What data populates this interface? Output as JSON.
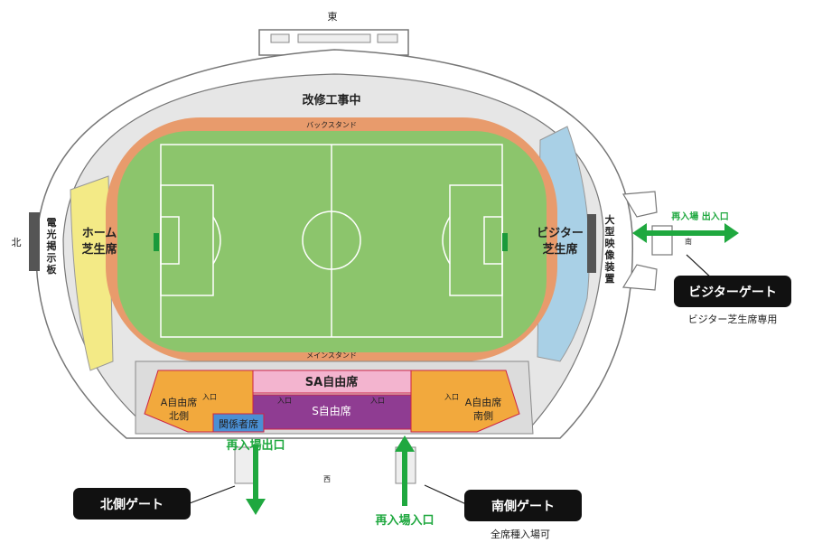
{
  "compass": {
    "east": "東",
    "west": "西",
    "north": "北",
    "south": "南"
  },
  "stands": {
    "back_stand": "バックスタンド",
    "main_stand": "メインスタンド",
    "construction": "改修工事中",
    "home_line1": "ホーム",
    "home_line2": "芝生席",
    "visitor_line1": "ビジター",
    "visitor_line2": "芝生席",
    "sa_free": "SA自由席",
    "s_free": "S自由席",
    "a_north_line1": "A自由席",
    "a_north_line2": "北側",
    "a_south_line1": "A自由席",
    "a_south_line2": "南側",
    "staff": "関係者席"
  },
  "entrance_label": "入口",
  "scoreboard": "電光掲示板",
  "video_board": "大型映像装置",
  "gates": {
    "visitor_gate": "ビジターゲート",
    "visitor_note": "ビジター芝生席専用",
    "north_gate": "北側ゲート",
    "south_gate": "南側ゲート",
    "south_note": "全席種入場可"
  },
  "reentry": {
    "east_label": "再入場 出入口",
    "north_exit": "再入場出口",
    "south_entry": "再入場入口"
  },
  "colors": {
    "pitch": "#8cc56c",
    "track": "#e89b6c",
    "home_stand": "#f3ea86",
    "visitor_stand": "#a9d0e6",
    "a_seats": "#f2a93d",
    "s_seats": "#8f3c92",
    "sa_seats": "#f3b4cf",
    "arrow_green": "#1fa83f"
  }
}
